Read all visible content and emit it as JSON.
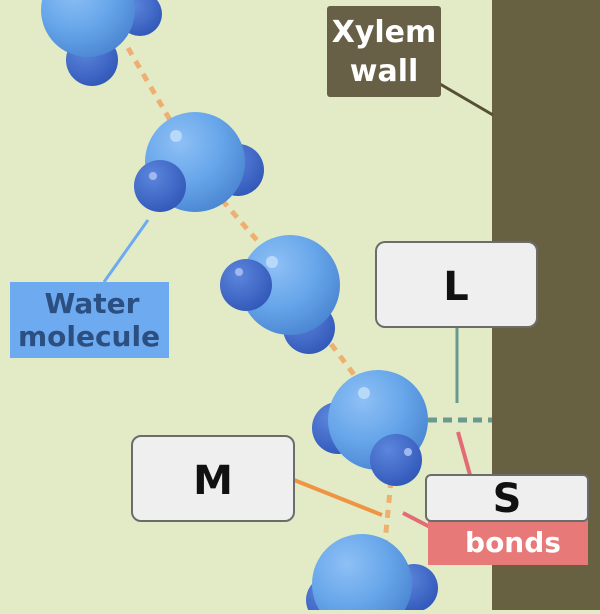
{
  "diagram": {
    "xylem_label_line1": "Xylem",
    "xylem_label_line2": "wall",
    "water_label_line1": "Water",
    "water_label_line2": "molecule",
    "label_L": "L",
    "label_M": "M",
    "label_S": "S",
    "bonds_label": "bonds"
  },
  "colors": {
    "background": "#e2ebc6",
    "xylem_wall": "#686141",
    "xylem_label_bg": "#676046",
    "water_label_bg": "#6eaaf0",
    "water_label_text": "#2b4f80",
    "bonds_label_bg": "#e77a78",
    "cohesion_bond": "#eeb071",
    "adhesion_bond": "#6a9990",
    "leader_m": "#ef9443",
    "leader_s": "#e36c74"
  }
}
